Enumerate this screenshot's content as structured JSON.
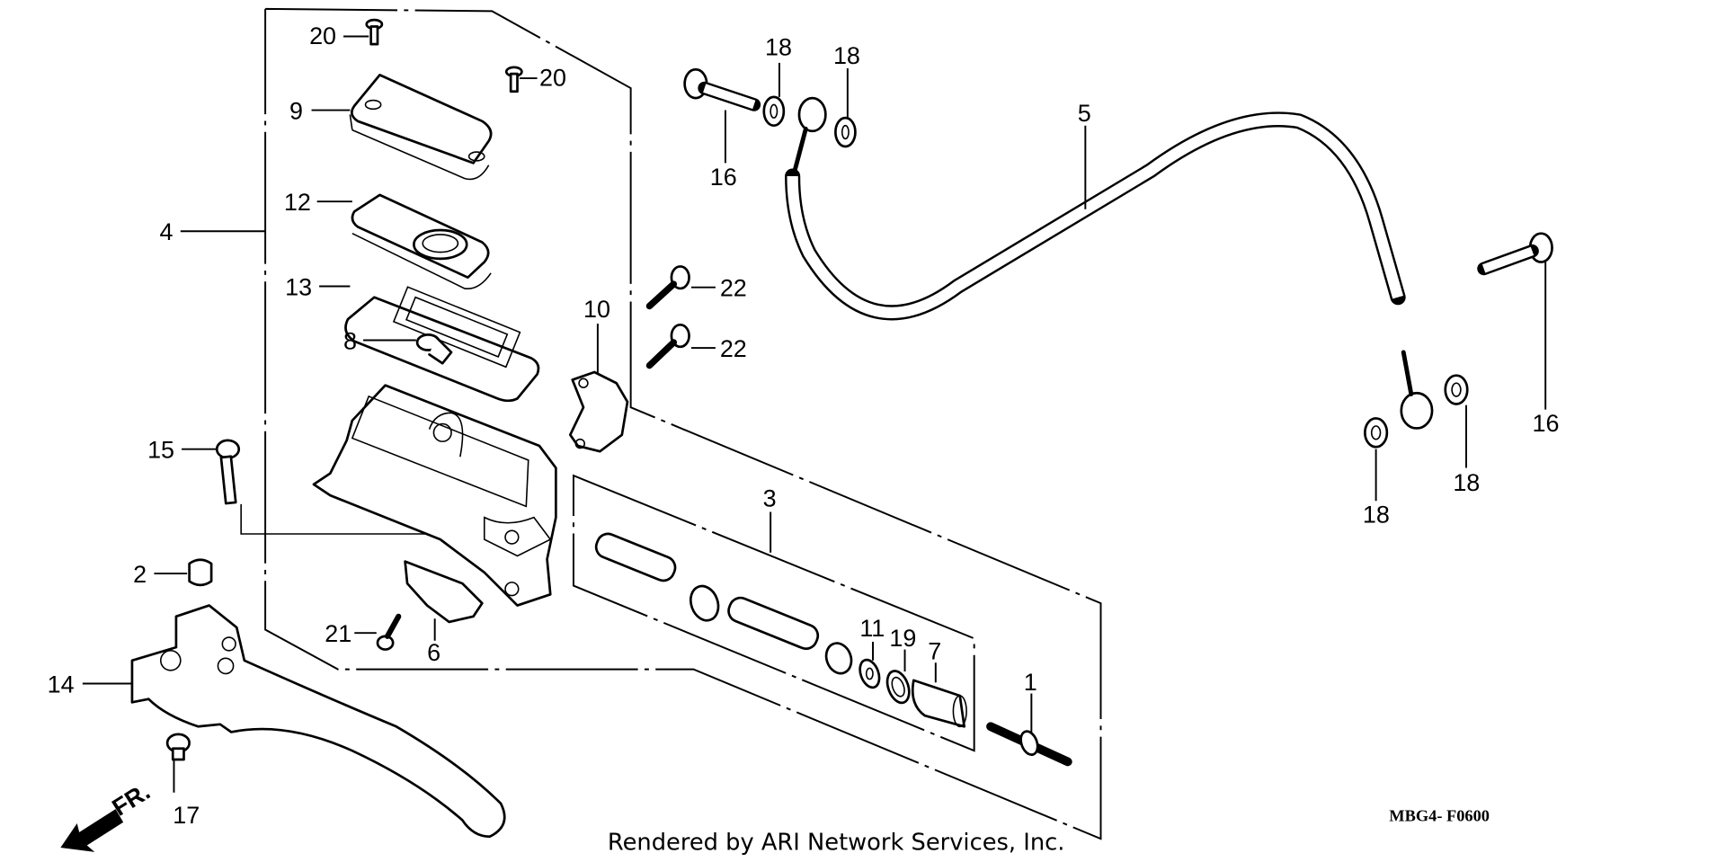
{
  "diagram": {
    "title": "Clutch master cylinder exploded parts diagram",
    "diagram_code": "MBG4- F0600",
    "credit": "Rendered by ARI Network Services, Inc.",
    "direction_marker": "FR.",
    "callouts": [
      {
        "id": "c1",
        "number": "1",
        "part": "push rod"
      },
      {
        "id": "c2",
        "number": "2",
        "part": "pivot cap"
      },
      {
        "id": "c3",
        "number": "3",
        "part": "piston set"
      },
      {
        "id": "c4",
        "number": "4",
        "part": "master cylinder assembly"
      },
      {
        "id": "c5",
        "number": "5",
        "part": "clutch hose"
      },
      {
        "id": "c6",
        "number": "6",
        "part": "clutch switch"
      },
      {
        "id": "c7",
        "number": "7",
        "part": "boot"
      },
      {
        "id": "c8",
        "number": "8",
        "part": "diaphragm plate"
      },
      {
        "id": "c9",
        "number": "9",
        "part": "reservoir cap"
      },
      {
        "id": "c10",
        "number": "10",
        "part": "master cylinder holder"
      },
      {
        "id": "c11",
        "number": "11",
        "part": "washer"
      },
      {
        "id": "c12",
        "number": "12",
        "part": "diaphragm plate"
      },
      {
        "id": "c13",
        "number": "13",
        "part": "diaphragm"
      },
      {
        "id": "c14",
        "number": "14",
        "part": "clutch lever"
      },
      {
        "id": "c15",
        "number": "15",
        "part": "pivot bolt"
      },
      {
        "id": "c16a",
        "number": "16",
        "part": "oil bolt"
      },
      {
        "id": "c16b",
        "number": "16",
        "part": "oil bolt"
      },
      {
        "id": "c17",
        "number": "17",
        "part": "pivot nut"
      },
      {
        "id": "c18a",
        "number": "18",
        "part": "sealing washer"
      },
      {
        "id": "c18b",
        "number": "18",
        "part": "sealing washer"
      },
      {
        "id": "c18c",
        "number": "18",
        "part": "sealing washer"
      },
      {
        "id": "c18d",
        "number": "18",
        "part": "sealing washer"
      },
      {
        "id": "c19",
        "number": "19",
        "part": "circlip"
      },
      {
        "id": "c20a",
        "number": "20",
        "part": "screw"
      },
      {
        "id": "c20b",
        "number": "20",
        "part": "screw"
      },
      {
        "id": "c21",
        "number": "21",
        "part": "screw"
      },
      {
        "id": "c22a",
        "number": "22",
        "part": "holder bolt"
      },
      {
        "id": "c22b",
        "number": "22",
        "part": "holder bolt"
      }
    ]
  }
}
